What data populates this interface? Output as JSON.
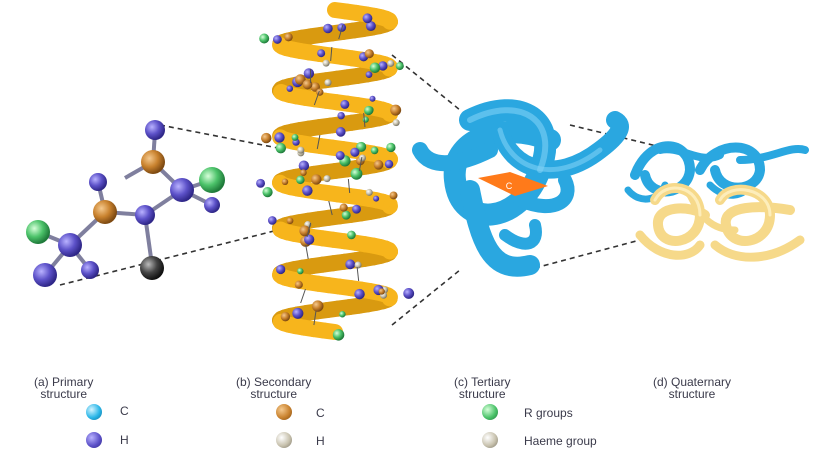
{
  "captions": {
    "primary": [
      "(a) Primary",
      "structure"
    ],
    "secondary": [
      "(b) Secondary",
      "structure"
    ],
    "tertiary": [
      "(c) Tertiary",
      "structure"
    ],
    "quaternary": [
      "(d) Quaternary",
      "structure"
    ]
  },
  "center_label": "C",
  "legend": [
    {
      "label": "C",
      "color": "#29b6e8"
    },
    {
      "label": "H",
      "color": "#6a5acd"
    },
    {
      "label": "C",
      "color": "#c9822e"
    },
    {
      "label": "H",
      "color": "#b8b2a0"
    },
    {
      "label": "R groups",
      "color": "#4cc36a"
    },
    {
      "label": "Haeme group",
      "color": "#b8b2a0"
    }
  ],
  "colors": {
    "helix": "#f7b51c",
    "tertiary": "#2aa7e0",
    "quaternary_a": "#2aa7e0",
    "quaternary_b": "#f6d98a",
    "haeme": "#ff7a1a",
    "dash": "#333333"
  }
}
